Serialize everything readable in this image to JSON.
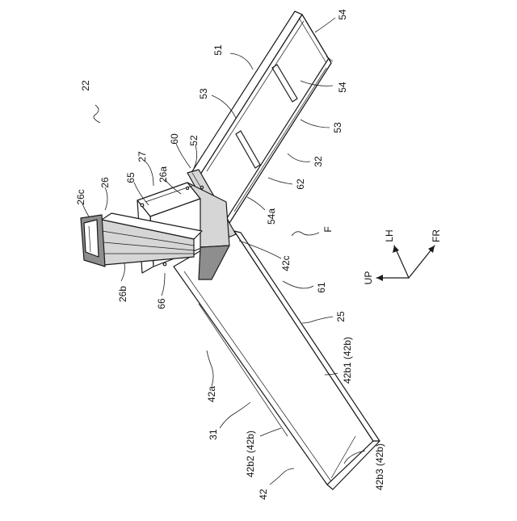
{
  "labels": {
    "l22": "22",
    "l54_top": "54",
    "l51": "51",
    "l53_left": "53",
    "l54_mid": "54",
    "l53_right": "53",
    "l52": "52",
    "l60": "60",
    "l32": "32",
    "l27": "27",
    "l26a": "26a",
    "l65": "65",
    "l26": "26",
    "l26c": "26c",
    "l62": "62",
    "l54a": "54a",
    "l42c": "42c",
    "l61": "61",
    "l26b": "26b",
    "l66": "66",
    "l25": "25",
    "l42a": "42a",
    "l42b1": "42b1 (42b)",
    "l31": "31",
    "l42b2": "42b2 (42b)",
    "l42b3": "42b3 (42b)",
    "l42": "42",
    "lF": "F"
  },
  "axes": {
    "lh": "LH",
    "fr": "FR",
    "up": "UP"
  }
}
